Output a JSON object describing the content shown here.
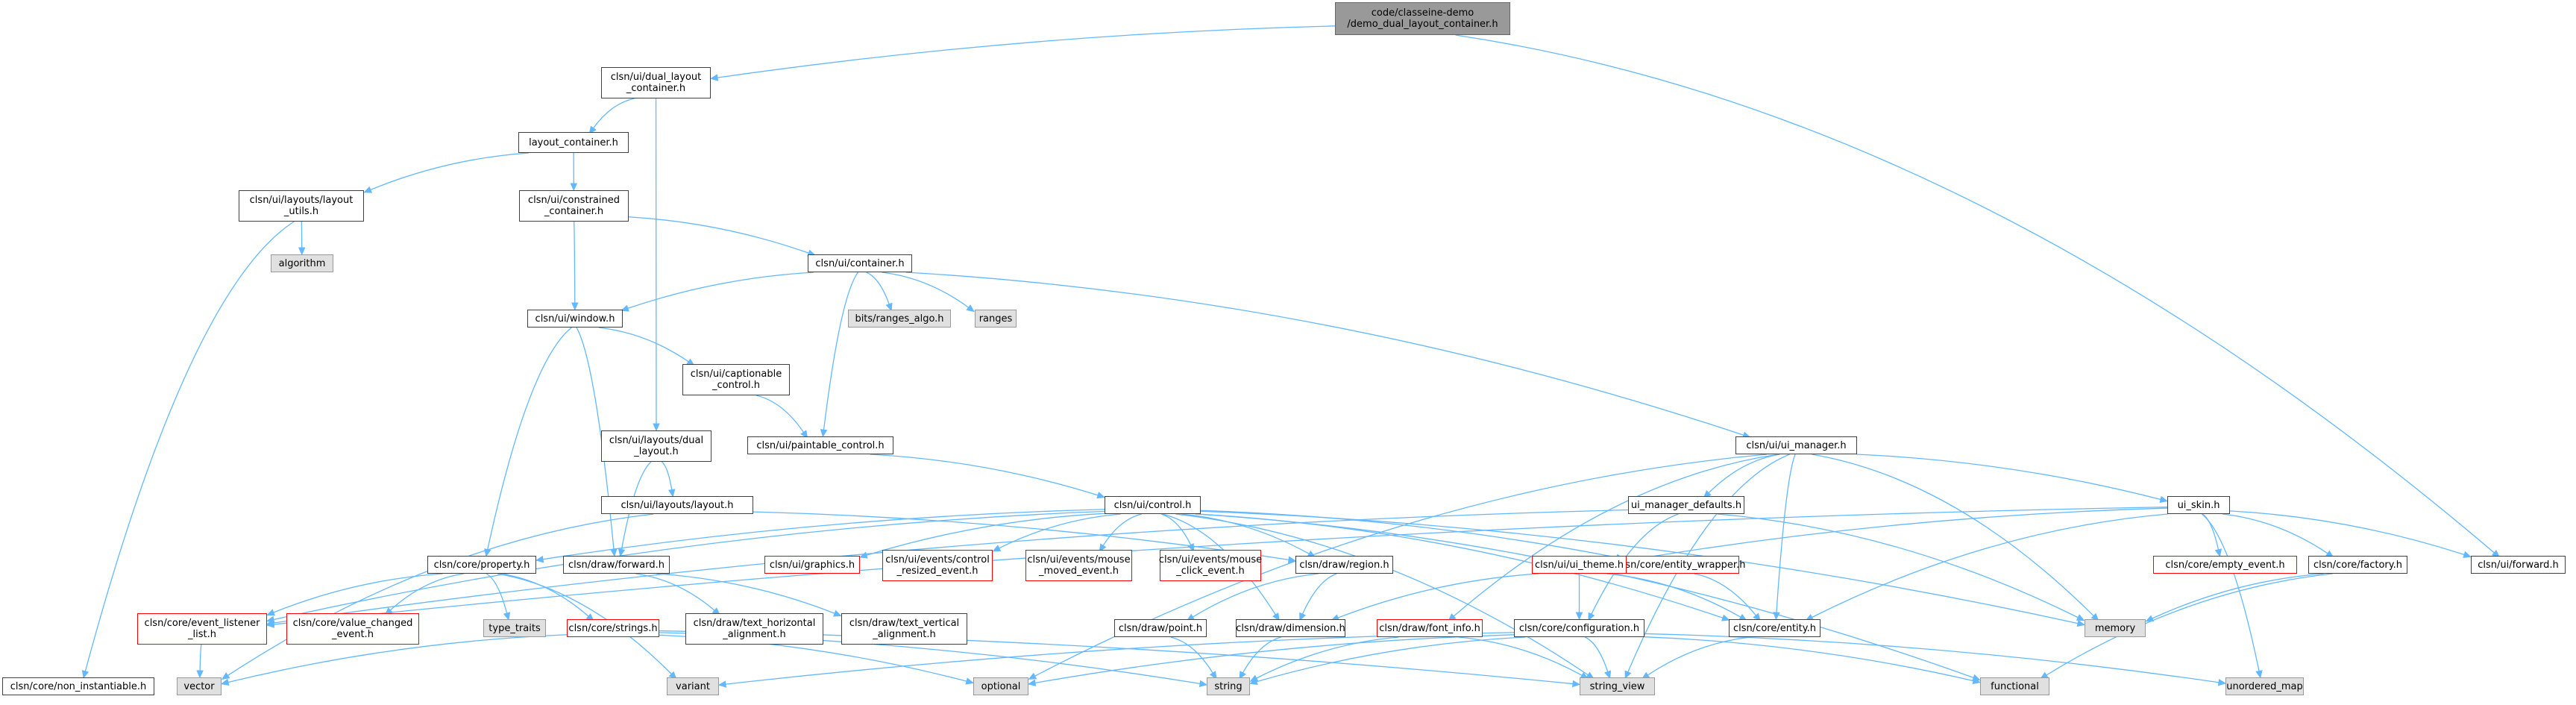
{
  "graph": {
    "nodes": [
      {
        "id": "root",
        "label": "code/classeine-demo\n/demo_dual_layout_container.h",
        "kind": "root"
      },
      {
        "id": "dlc",
        "label": "clsn/ui/dual_layout\n_container.h",
        "kind": "file"
      },
      {
        "id": "lc",
        "label": "layout_container.h",
        "kind": "file"
      },
      {
        "id": "lu",
        "label": "clsn/ui/layouts/layout\n_utils.h",
        "kind": "file"
      },
      {
        "id": "algorithm",
        "label": "algorithm",
        "kind": "system"
      },
      {
        "id": "cc",
        "label": "clsn/ui/constrained\n_container.h",
        "kind": "file"
      },
      {
        "id": "cont",
        "label": "clsn/ui/container.h",
        "kind": "file"
      },
      {
        "id": "ranges_algo",
        "label": "bits/ranges_algo.h",
        "kind": "system"
      },
      {
        "id": "ranges",
        "label": "ranges",
        "kind": "system"
      },
      {
        "id": "win",
        "label": "clsn/ui/window.h",
        "kind": "file"
      },
      {
        "id": "capt",
        "label": "clsn/ui/captionable\n_control.h",
        "kind": "file"
      },
      {
        "id": "dual",
        "label": "clsn/ui/layouts/dual\n_layout.h",
        "kind": "file"
      },
      {
        "id": "paint",
        "label": "clsn/ui/paintable_control.h",
        "kind": "file"
      },
      {
        "id": "uimgr",
        "label": "clsn/ui/ui_manager.h",
        "kind": "file"
      },
      {
        "id": "layout",
        "label": "clsn/ui/layouts/layout.h",
        "kind": "file"
      },
      {
        "id": "ctrl",
        "label": "clsn/ui/control.h",
        "kind": "file"
      },
      {
        "id": "uimd",
        "label": "ui_manager_defaults.h",
        "kind": "file"
      },
      {
        "id": "skin",
        "label": "ui_skin.h",
        "kind": "file"
      },
      {
        "id": "prop",
        "label": "clsn/core/property.h",
        "kind": "file"
      },
      {
        "id": "fwd",
        "label": "clsn/draw/forward.h",
        "kind": "file"
      },
      {
        "id": "gfx",
        "label": "clsn/ui/graphics.h",
        "kind": "missing"
      },
      {
        "id": "cre",
        "label": "clsn/ui/events/control\n_resized_event.h",
        "kind": "missing"
      },
      {
        "id": "mme",
        "label": "clsn/ui/events/mouse\n_moved_event.h",
        "kind": "missing"
      },
      {
        "id": "mce",
        "label": "clsn/ui/events/mouse\n_click_event.h",
        "kind": "missing"
      },
      {
        "id": "region",
        "label": "clsn/draw/region.h",
        "kind": "file"
      },
      {
        "id": "ew",
        "label": "clsn/core/entity_wrapper.h",
        "kind": "missing"
      },
      {
        "id": "theme",
        "label": "clsn/ui/ui_theme.h",
        "kind": "missing"
      },
      {
        "id": "empty",
        "label": "clsn/core/empty_event.h",
        "kind": "missing"
      },
      {
        "id": "factory",
        "label": "clsn/core/factory.h",
        "kind": "file"
      },
      {
        "id": "uifwd",
        "label": "clsn/ui/forward.h",
        "kind": "file"
      },
      {
        "id": "ell",
        "label": "clsn/core/event_listener\n_list.h",
        "kind": "missing"
      },
      {
        "id": "vce",
        "label": "clsn/core/value_changed\n_event.h",
        "kind": "missing"
      },
      {
        "id": "type_traits",
        "label": "type_traits",
        "kind": "system"
      },
      {
        "id": "strings",
        "label": "clsn/core/strings.h",
        "kind": "missing"
      },
      {
        "id": "tha",
        "label": "clsn/draw/text_horizontal\n_alignment.h",
        "kind": "file"
      },
      {
        "id": "tva",
        "label": "clsn/draw/text_vertical\n_alignment.h",
        "kind": "file"
      },
      {
        "id": "point",
        "label": "clsn/draw/point.h",
        "kind": "file"
      },
      {
        "id": "dim",
        "label": "clsn/draw/dimension.h",
        "kind": "file"
      },
      {
        "id": "font",
        "label": "clsn/draw/font_info.h",
        "kind": "missing"
      },
      {
        "id": "config",
        "label": "clsn/core/configuration.h",
        "kind": "file"
      },
      {
        "id": "entity",
        "label": "clsn/core/entity.h",
        "kind": "file"
      },
      {
        "id": "memory",
        "label": "memory",
        "kind": "system"
      },
      {
        "id": "nonin",
        "label": "clsn/core/non_instantiable.h",
        "kind": "file"
      },
      {
        "id": "vector",
        "label": "vector",
        "kind": "system"
      },
      {
        "id": "variant",
        "label": "variant",
        "kind": "system"
      },
      {
        "id": "optional",
        "label": "optional",
        "kind": "system"
      },
      {
        "id": "string",
        "label": "string",
        "kind": "system"
      },
      {
        "id": "string_view",
        "label": "string_view",
        "kind": "system"
      },
      {
        "id": "functional",
        "label": "functional",
        "kind": "system"
      },
      {
        "id": "unordered_map",
        "label": "unordered_map",
        "kind": "system"
      }
    ],
    "edges": [
      [
        "root",
        "dlc"
      ],
      [
        "root",
        "uifwd"
      ],
      [
        "dlc",
        "lc"
      ],
      [
        "dlc",
        "dual"
      ],
      [
        "lc",
        "lu"
      ],
      [
        "lc",
        "cc"
      ],
      [
        "lu",
        "algorithm"
      ],
      [
        "lu",
        "nonin"
      ],
      [
        "cc",
        "cont"
      ],
      [
        "cc",
        "win"
      ],
      [
        "cont",
        "win"
      ],
      [
        "cont",
        "ranges_algo"
      ],
      [
        "cont",
        "ranges"
      ],
      [
        "cont",
        "paint"
      ],
      [
        "cont",
        "uimgr"
      ],
      [
        "win",
        "capt"
      ],
      [
        "win",
        "prop"
      ],
      [
        "win",
        "fwd"
      ],
      [
        "capt",
        "paint"
      ],
      [
        "dual",
        "layout"
      ],
      [
        "dual",
        "fwd"
      ],
      [
        "paint",
        "ctrl"
      ],
      [
        "layout",
        "region"
      ],
      [
        "layout",
        "vector"
      ],
      [
        "uimgr",
        "uimd"
      ],
      [
        "uimgr",
        "skin"
      ],
      [
        "uimgr",
        "memory"
      ],
      [
        "uimgr",
        "entity"
      ],
      [
        "uimgr",
        "string_view"
      ],
      [
        "uimgr",
        "optional"
      ],
      [
        "uimgr",
        "font"
      ],
      [
        "ctrl",
        "prop"
      ],
      [
        "ctrl",
        "gfx"
      ],
      [
        "ctrl",
        "cre"
      ],
      [
        "ctrl",
        "mme"
      ],
      [
        "ctrl",
        "mce"
      ],
      [
        "ctrl",
        "region"
      ],
      [
        "ctrl",
        "ew"
      ],
      [
        "ctrl",
        "ell"
      ],
      [
        "ctrl",
        "memory"
      ],
      [
        "ctrl",
        "functional"
      ],
      [
        "ctrl",
        "string_view"
      ],
      [
        "ctrl",
        "dim"
      ],
      [
        "ctrl",
        "entity"
      ],
      [
        "uimd",
        "config"
      ],
      [
        "uimd",
        "memory"
      ],
      [
        "uimd",
        "ell"
      ],
      [
        "skin",
        "theme"
      ],
      [
        "skin",
        "empty"
      ],
      [
        "skin",
        "factory"
      ],
      [
        "skin",
        "uifwd"
      ],
      [
        "skin",
        "entity"
      ],
      [
        "skin",
        "ell"
      ],
      [
        "skin",
        "unordered_map"
      ],
      [
        "prop",
        "ell"
      ],
      [
        "prop",
        "vce"
      ],
      [
        "prop",
        "type_traits"
      ],
      [
        "prop",
        "strings"
      ],
      [
        "prop",
        "variant"
      ],
      [
        "fwd",
        "tha"
      ],
      [
        "fwd",
        "tva"
      ],
      [
        "region",
        "point"
      ],
      [
        "region",
        "dim"
      ],
      [
        "theme",
        "config"
      ],
      [
        "theme",
        "entity"
      ],
      [
        "theme",
        "dim"
      ],
      [
        "factory",
        "memory"
      ],
      [
        "factory",
        "functional"
      ],
      [
        "ell",
        "vector"
      ],
      [
        "strings",
        "vector"
      ],
      [
        "strings",
        "string"
      ],
      [
        "strings",
        "string_view"
      ],
      [
        "strings",
        "optional"
      ],
      [
        "point",
        "string"
      ],
      [
        "dim",
        "string"
      ],
      [
        "font",
        "string"
      ],
      [
        "font",
        "string_view"
      ],
      [
        "config",
        "string"
      ],
      [
        "config",
        "string_view"
      ],
      [
        "config",
        "optional"
      ],
      [
        "config",
        "variant"
      ],
      [
        "config",
        "functional"
      ],
      [
        "config",
        "unordered_map"
      ],
      [
        "entity",
        "string_view"
      ],
      [
        "ew",
        "entity"
      ]
    ]
  }
}
